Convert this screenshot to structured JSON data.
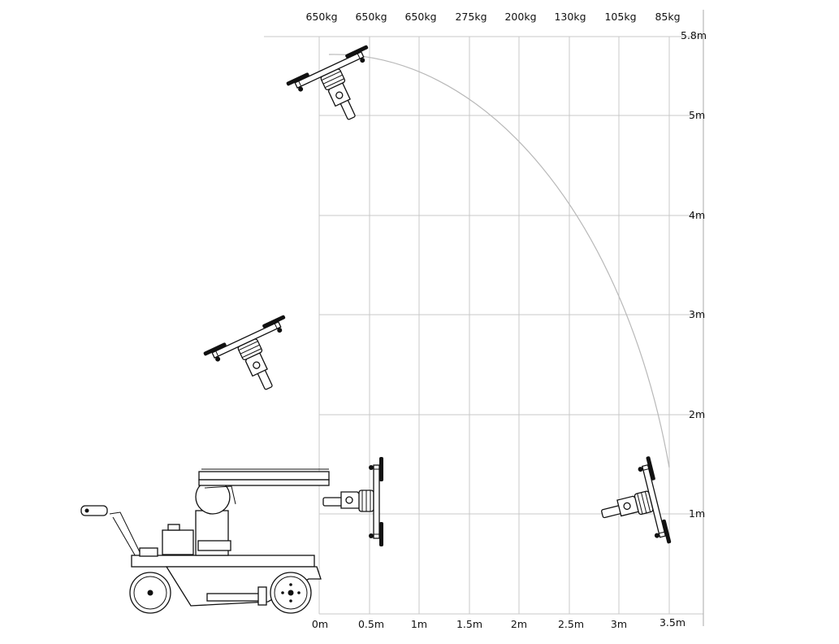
{
  "load_labels": [
    "650kg",
    "650kg",
    "650kg",
    "275kg",
    "200kg",
    "130kg",
    "105kg",
    "85kg"
  ],
  "x_axis_labels": [
    "0m",
    "0.5m",
    "1m",
    "1.5m",
    "2m",
    "2.5m",
    "3m",
    "3.5m"
  ],
  "y_axis_labels": [
    "5.8m",
    "5m",
    "4m",
    "3m",
    "2m",
    "1m"
  ],
  "chart_data": {
    "type": "diagram",
    "x_values_m": [
      0,
      0.5,
      1,
      1.5,
      2,
      2.5,
      3,
      3.5
    ],
    "y_values_m": [
      5.8,
      5,
      4,
      3,
      2,
      1
    ],
    "max_height_m": 5.8,
    "max_reach_m": 3.5,
    "load_capacity_kg_by_reach": [
      {
        "reach": "0m",
        "load": "650kg"
      },
      {
        "reach": "0.5m",
        "load": "650kg"
      },
      {
        "reach": "1m",
        "load": "650kg"
      },
      {
        "reach": "1.5m",
        "load": "275kg"
      },
      {
        "reach": "2m",
        "load": "200kg"
      },
      {
        "reach": "2.5m",
        "load": "130kg"
      },
      {
        "reach": "3m",
        "load": "105kg"
      },
      {
        "reach": "3.5m",
        "load": "85kg"
      }
    ],
    "grid": true
  }
}
